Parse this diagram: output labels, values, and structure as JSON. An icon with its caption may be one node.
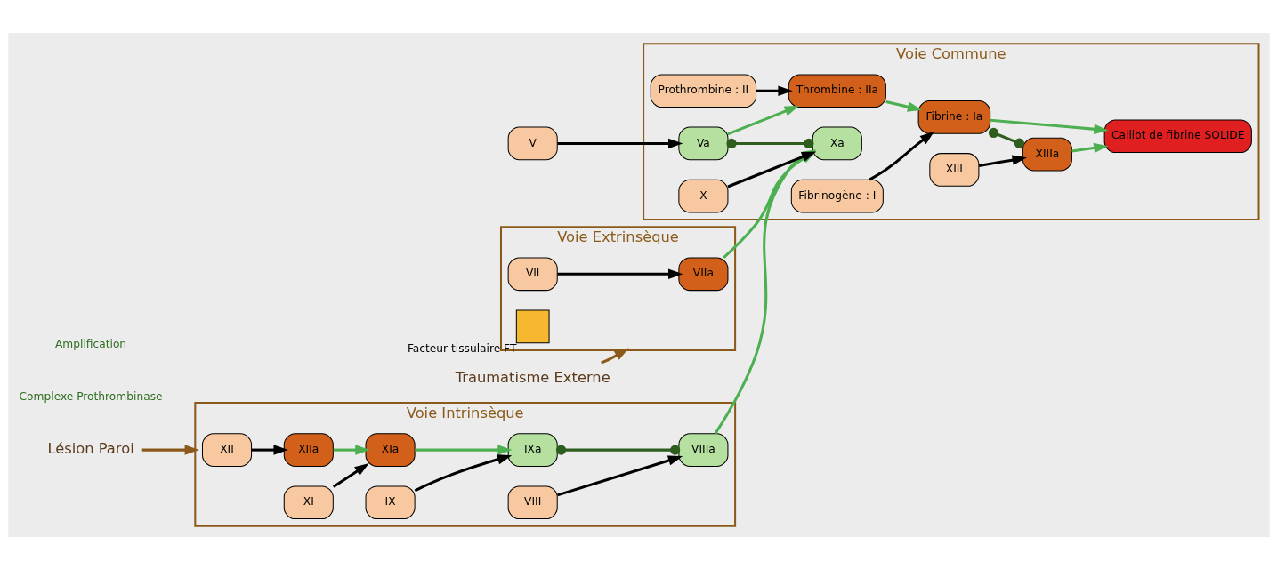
{
  "diagram": {
    "nodes": [
      {
        "text": [
          "Voie Intrinsèque"
        ]
      },
      {
        "text": [
          "XII"
        ],
        "in": 0
      },
      {
        "text": [
          "XIIa"
        ],
        "in": 0
      },
      {
        "text": [
          "XI"
        ],
        "in": 0
      },
      {
        "text": [
          "XIa"
        ],
        "in": 0
      },
      {
        "text": [
          "IX"
        ],
        "in": 0
      },
      {
        "text": [
          "IXa"
        ],
        "in": 0
      },
      {
        "text": [
          "VIII"
        ],
        "in": 0
      },
      {
        "text": [
          "VIIIa"
        ],
        "in": 0
      },
      {
        "text": [
          "Lésion Paroi"
        ]
      },
      {
        "text": [
          "Voie Extrinsèque"
        ]
      },
      {
        "text": [
          "VIIa"
        ],
        "in": 10
      },
      {
        "text": [
          "VII"
        ],
        "in": 10
      },
      {
        "text": [],
        "shape": "box",
        "in": 10,
        "beside": [
          "Facteur tissulaire FT"
        ]
      },
      {
        "text": [
          "Traumatisme Externe"
        ]
      },
      {
        "text": [
          "Voie Commune"
        ]
      },
      {
        "text": [
          "X"
        ],
        "in": 15
      },
      {
        "text": [
          "Va"
        ],
        "in": 15
      },
      {
        "text": [
          "Xa"
        ],
        "in": 15
      },
      {
        "text": [
          "Prothrombine : II"
        ],
        "in": 15
      },
      {
        "text": [
          "Thrombine : IIa"
        ],
        "in": 15
      },
      {
        "text": [
          "Fibrinogène : I"
        ],
        "in": 15
      },
      {
        "text": [
          "XIII"
        ],
        "in": 15
      },
      {
        "text": [
          "Fibrine : Ia"
        ],
        "in": 15
      },
      {
        "text": [
          "XIIIa"
        ],
        "in": 15
      },
      {
        "text": [
          "Caillot de fibrine SOLIDE"
        ],
        "in": 15
      },
      {
        "text": [
          "V"
        ]
      }
    ],
    "edges": [
      {
        "from": 1,
        "to": 2,
        "arrow": "to"
      },
      {
        "from": 2,
        "to": 4,
        "arrow": "to",
        "color": "#4caf50"
      },
      {
        "from": 3,
        "to": 4,
        "arrow": "to"
      },
      {
        "from": 4,
        "to": 6,
        "arrow": "to",
        "color": "#4caf50"
      },
      {
        "from": 5,
        "to": 6,
        "arrow": "to"
      },
      {
        "from": 6,
        "to": 8,
        "arrow": "other",
        "color": "#2e5e1e"
      },
      {
        "from": 7,
        "to": 8,
        "arrow": "to"
      },
      {
        "from": 9,
        "to": 0,
        "arrow": "to",
        "color": "#8b5a1a"
      },
      {
        "from": 12,
        "to": 11,
        "arrow": "to"
      },
      {
        "from": 14,
        "to": 10,
        "arrow": "to",
        "color": "#8b5a1a"
      },
      {
        "from": 8,
        "to": 18,
        "arrow": "to",
        "color": "#4caf50"
      },
      {
        "from": 11,
        "to": 18,
        "arrow": "to",
        "color": "#4caf50"
      },
      {
        "from": 16,
        "to": 18,
        "arrow": "to"
      },
      {
        "from": 26,
        "to": 17,
        "arrow": "to"
      },
      {
        "from": 17,
        "to": 18,
        "arrow": "other",
        "color": "#2e5e1e"
      },
      {
        "from": 17,
        "to": 20,
        "arrow": "to",
        "color": "#4caf50"
      },
      {
        "from": 19,
        "to": 20,
        "arrow": "to"
      },
      {
        "from": 20,
        "to": 23,
        "arrow": "to",
        "color": "#4caf50"
      },
      {
        "from": 21,
        "to": 23,
        "arrow": "to"
      },
      {
        "from": 22,
        "to": 24,
        "arrow": "to"
      },
      {
        "from": 23,
        "to": 24,
        "arrow": "other",
        "color": "#2e5e1e"
      },
      {
        "from": 23,
        "to": 25,
        "arrow": "to",
        "color": "#4caf50"
      },
      {
        "from": 24,
        "to": 25,
        "arrow": "to",
        "color": "#4caf50"
      }
    ],
    "labels": [
      "Complexe Prothrombinase",
      "Amplification"
    ]
  }
}
